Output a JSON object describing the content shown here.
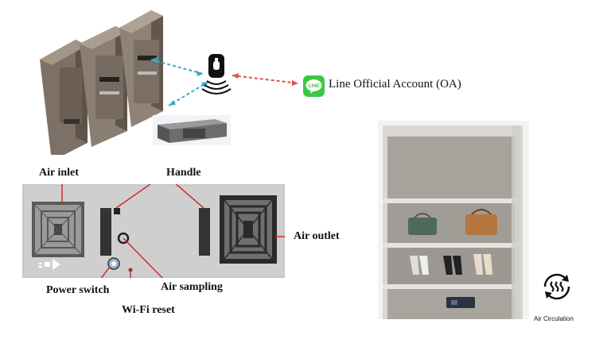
{
  "oa": {
    "label": "Line Official Account (OA)",
    "icon_text": "LINE",
    "icon_color": "#3ac943"
  },
  "panel_labels": {
    "air_inlet": "Air inlet",
    "handle": "Handle",
    "air_outlet": "Air outlet",
    "power_switch": "Power switch",
    "air_sampling": "Air sampling",
    "wifi_reset": "Wi-Fi reset"
  },
  "air_circulation": {
    "label": "Air Circulation"
  },
  "colors": {
    "cabinet": "#8f8277",
    "panel": "#c9c9c9",
    "dashed_blue": "#3aa9c9",
    "dashed_red": "#d9534f",
    "callout": "#d62828"
  }
}
